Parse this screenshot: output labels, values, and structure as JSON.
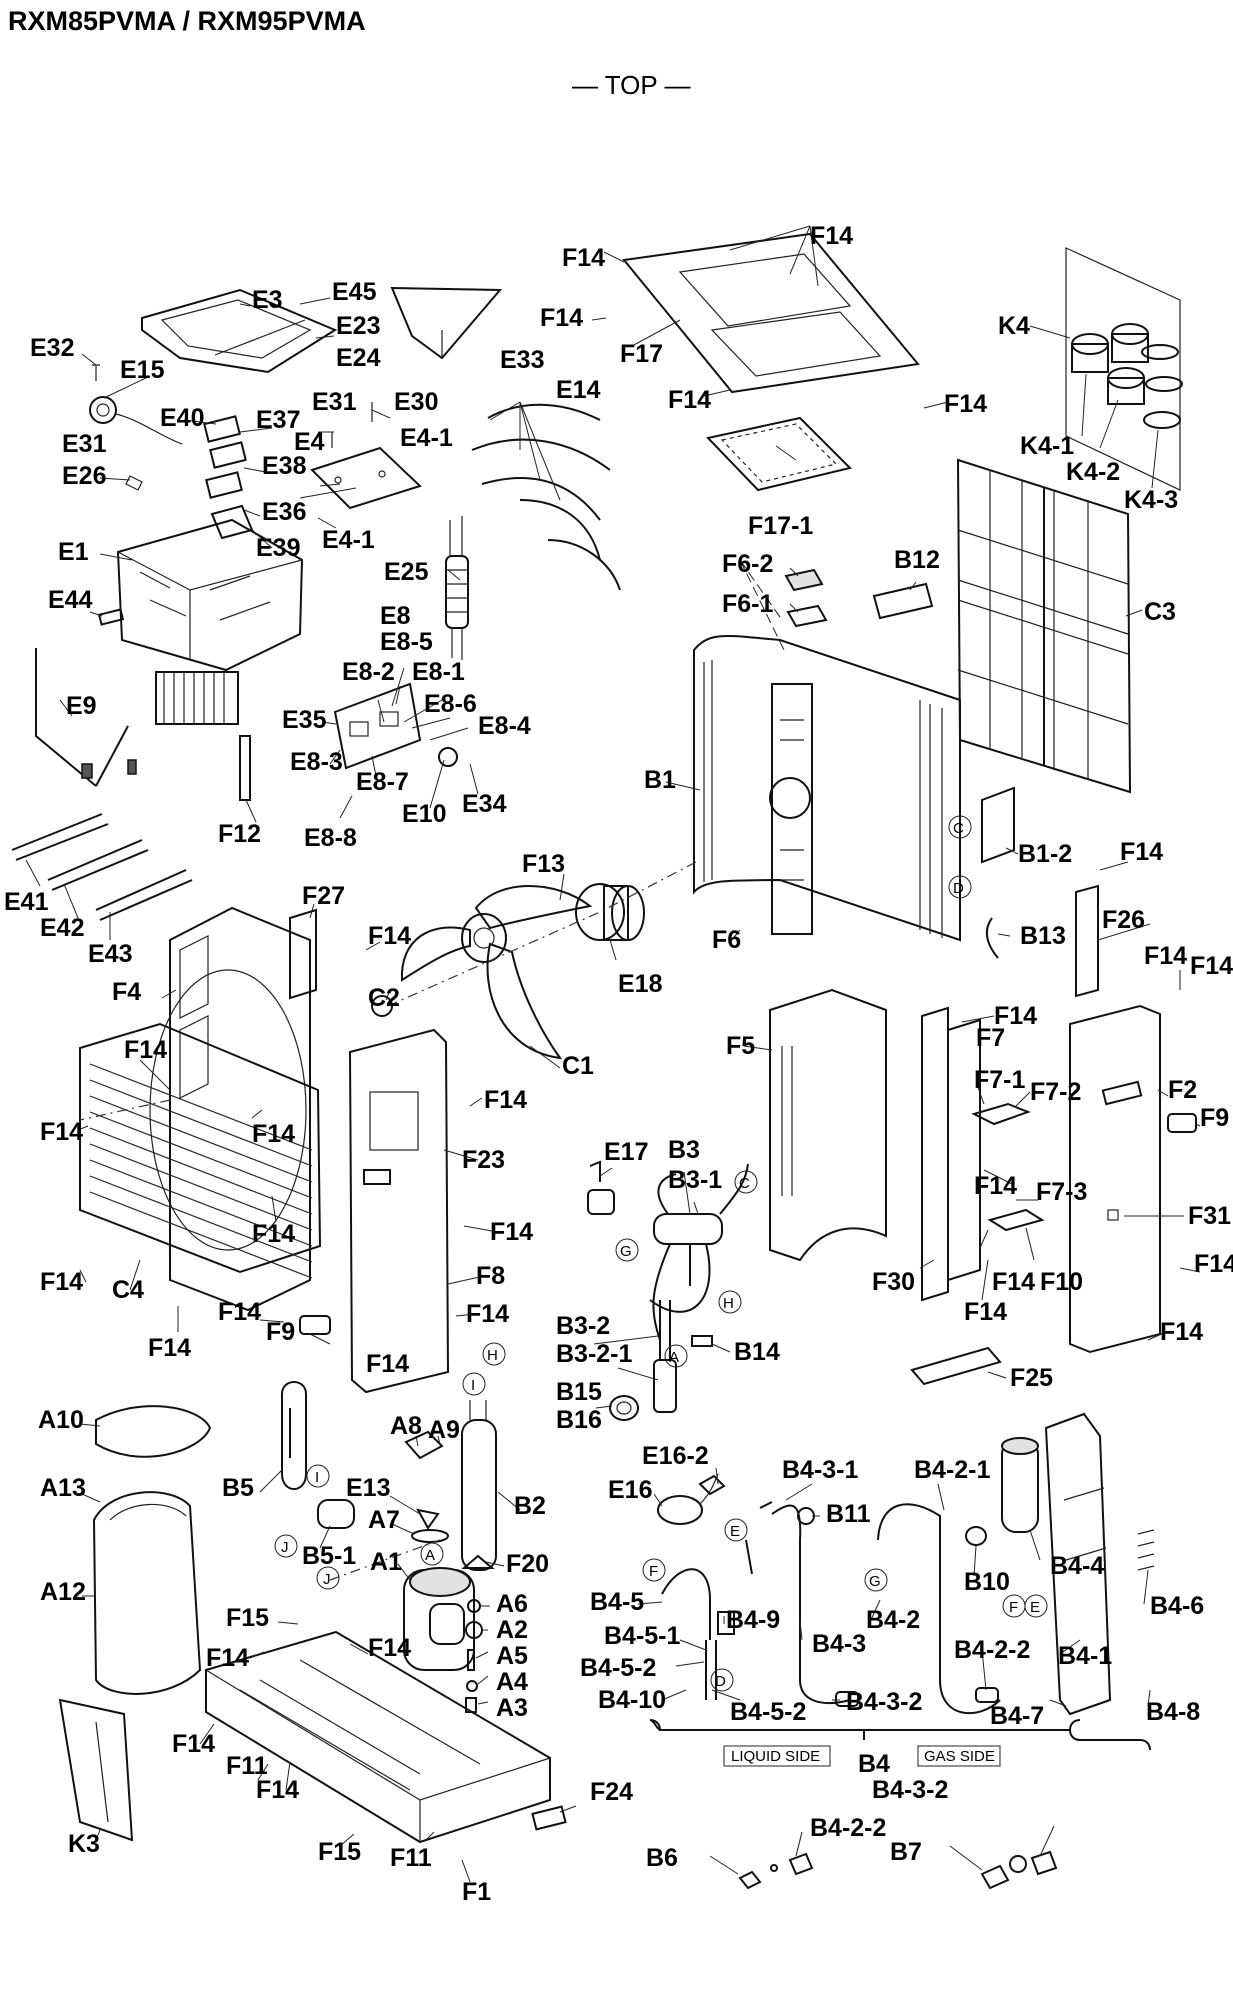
{
  "title": "RXM85PVMA / RXM95PVMA",
  "orientation": "— TOP —",
  "legend": {
    "liquid_side": "LIQUID SIDE",
    "gas_side": "GAS SIDE",
    "group": "B4"
  },
  "callouts": [
    {
      "id": "c001",
      "text": "E32"
    },
    {
      "id": "c002",
      "text": "E15"
    },
    {
      "id": "c003",
      "text": "E3"
    },
    {
      "id": "c004",
      "text": "E45"
    },
    {
      "id": "c005",
      "text": "E23"
    },
    {
      "id": "c006",
      "text": "E24"
    },
    {
      "id": "c007",
      "text": "E33"
    },
    {
      "id": "c008",
      "text": "E31"
    },
    {
      "id": "c009",
      "text": "E26"
    },
    {
      "id": "c010",
      "text": "E40"
    },
    {
      "id": "c011",
      "text": "E37"
    },
    {
      "id": "c012",
      "text": "E38"
    },
    {
      "id": "c013",
      "text": "E36"
    },
    {
      "id": "c014",
      "text": "E39"
    },
    {
      "id": "c015",
      "text": "E31"
    },
    {
      "id": "c016",
      "text": "E30"
    },
    {
      "id": "c017",
      "text": "E4"
    },
    {
      "id": "c018",
      "text": "E4-1"
    },
    {
      "id": "c019",
      "text": "E4-1"
    },
    {
      "id": "c020",
      "text": "E14"
    },
    {
      "id": "c021",
      "text": "E1"
    },
    {
      "id": "c022",
      "text": "E44"
    },
    {
      "id": "c023",
      "text": "E25"
    },
    {
      "id": "c024",
      "text": "E8"
    },
    {
      "id": "c025",
      "text": "E8-5"
    },
    {
      "id": "c026",
      "text": "E8-2"
    },
    {
      "id": "c027",
      "text": "E8-1"
    },
    {
      "id": "c028",
      "text": "E8-6"
    },
    {
      "id": "c029",
      "text": "E35"
    },
    {
      "id": "c030",
      "text": "E8-4"
    },
    {
      "id": "c031",
      "text": "E8-3"
    },
    {
      "id": "c032",
      "text": "E8-7"
    },
    {
      "id": "c033",
      "text": "E10"
    },
    {
      "id": "c034",
      "text": "E34"
    },
    {
      "id": "c035",
      "text": "E8-8"
    },
    {
      "id": "c036",
      "text": "E9"
    },
    {
      "id": "c037",
      "text": "F12"
    },
    {
      "id": "c038",
      "text": "E41"
    },
    {
      "id": "c039",
      "text": "E42"
    },
    {
      "id": "c040",
      "text": "E43"
    },
    {
      "id": "c041",
      "text": "F14"
    },
    {
      "id": "c042",
      "text": "F14"
    },
    {
      "id": "c043",
      "text": "F14"
    },
    {
      "id": "c044",
      "text": "F17"
    },
    {
      "id": "c045",
      "text": "F14"
    },
    {
      "id": "c046",
      "text": "F14"
    },
    {
      "id": "c047",
      "text": "F17-1"
    },
    {
      "id": "c048",
      "text": "F6-2"
    },
    {
      "id": "c049",
      "text": "F6-1"
    },
    {
      "id": "c050",
      "text": "B12"
    },
    {
      "id": "c051",
      "text": "K4"
    },
    {
      "id": "c052",
      "text": "K4-1"
    },
    {
      "id": "c053",
      "text": "K4-2"
    },
    {
      "id": "c054",
      "text": "K4-3"
    },
    {
      "id": "c055",
      "text": "C3"
    },
    {
      "id": "c056",
      "text": "B1"
    },
    {
      "id": "c057",
      "text": "F6"
    },
    {
      "id": "c058",
      "text": "B1-2"
    },
    {
      "id": "c059",
      "text": "F14"
    },
    {
      "id": "c060",
      "text": "F26"
    },
    {
      "id": "c061",
      "text": "B13"
    },
    {
      "id": "c062",
      "text": "F14"
    },
    {
      "id": "c063",
      "text": "F14"
    },
    {
      "id": "c064",
      "text": "F13"
    },
    {
      "id": "c065",
      "text": "E18"
    },
    {
      "id": "c066",
      "text": "F27"
    },
    {
      "id": "c067",
      "text": "F14"
    },
    {
      "id": "c068",
      "text": "F4"
    },
    {
      "id": "c069",
      "text": "C2"
    },
    {
      "id": "c070",
      "text": "C1"
    },
    {
      "id": "c071",
      "text": "F14"
    },
    {
      "id": "c072",
      "text": "F14"
    },
    {
      "id": "c073",
      "text": "F14"
    },
    {
      "id": "c074",
      "text": "F14"
    },
    {
      "id": "c075",
      "text": "F14"
    },
    {
      "id": "c076",
      "text": "F23"
    },
    {
      "id": "c077",
      "text": "F14"
    },
    {
      "id": "c078",
      "text": "F8"
    },
    {
      "id": "c079",
      "text": "F14"
    },
    {
      "id": "c080",
      "text": "C4"
    },
    {
      "id": "c081",
      "text": "F14"
    },
    {
      "id": "c082",
      "text": "F14"
    },
    {
      "id": "c083",
      "text": "F9"
    },
    {
      "id": "c084",
      "text": "F14"
    },
    {
      "id": "c085",
      "text": "F14"
    },
    {
      "id": "c086",
      "text": "F5"
    },
    {
      "id": "c087",
      "text": "F14"
    },
    {
      "id": "c088",
      "text": "F7"
    },
    {
      "id": "c089",
      "text": "F7-1"
    },
    {
      "id": "c090",
      "text": "F7-2"
    },
    {
      "id": "c091",
      "text": "F14"
    },
    {
      "id": "c092",
      "text": "F7-3"
    },
    {
      "id": "c093",
      "text": "F30"
    },
    {
      "id": "c094",
      "text": "F14"
    },
    {
      "id": "c095",
      "text": "F10"
    },
    {
      "id": "c096",
      "text": "F14"
    },
    {
      "id": "c097",
      "text": "F2"
    },
    {
      "id": "c098",
      "text": "F9"
    },
    {
      "id": "c099",
      "text": "F31"
    },
    {
      "id": "c100",
      "text": "F14"
    },
    {
      "id": "c101",
      "text": "F14"
    },
    {
      "id": "c102",
      "text": "E17"
    },
    {
      "id": "c103",
      "text": "B3"
    },
    {
      "id": "c104",
      "text": "B3-1"
    },
    {
      "id": "c105",
      "text": "B3-2"
    },
    {
      "id": "c106",
      "text": "B3-2-1"
    },
    {
      "id": "c107",
      "text": "B14"
    },
    {
      "id": "c108",
      "text": "B15"
    },
    {
      "id": "c109",
      "text": "B16"
    },
    {
      "id": "c110",
      "text": "F25"
    },
    {
      "id": "c111",
      "text": "A10"
    },
    {
      "id": "c112",
      "text": "A13"
    },
    {
      "id": "c113",
      "text": "A12"
    },
    {
      "id": "c114",
      "text": "B5"
    },
    {
      "id": "c115",
      "text": "B5-1"
    },
    {
      "id": "c116",
      "text": "A8"
    },
    {
      "id": "c117",
      "text": "A9"
    },
    {
      "id": "c118",
      "text": "E13"
    },
    {
      "id": "c119",
      "text": "A7"
    },
    {
      "id": "c120",
      "text": "B2"
    },
    {
      "id": "c121",
      "text": "A1"
    },
    {
      "id": "c122",
      "text": "F20"
    },
    {
      "id": "c123",
      "text": "A6"
    },
    {
      "id": "c124",
      "text": "A2"
    },
    {
      "id": "c125",
      "text": "A5"
    },
    {
      "id": "c126",
      "text": "A4"
    },
    {
      "id": "c127",
      "text": "A3"
    },
    {
      "id": "c128",
      "text": "F15"
    },
    {
      "id": "c129",
      "text": "F14"
    },
    {
      "id": "c130",
      "text": "F14"
    },
    {
      "id": "c131",
      "text": "F14"
    },
    {
      "id": "c132",
      "text": "F11"
    },
    {
      "id": "c133",
      "text": "F14"
    },
    {
      "id": "c134",
      "text": "F15"
    },
    {
      "id": "c135",
      "text": "F11"
    },
    {
      "id": "c136",
      "text": "F1"
    },
    {
      "id": "c137",
      "text": "F24"
    },
    {
      "id": "c138",
      "text": "K3"
    },
    {
      "id": "c139",
      "text": "E16-2"
    },
    {
      "id": "c140",
      "text": "E16"
    },
    {
      "id": "c141",
      "text": "B4-3-1"
    },
    {
      "id": "c142",
      "text": "B11"
    },
    {
      "id": "c143",
      "text": "B4-2-1"
    },
    {
      "id": "c144",
      "text": "B10"
    },
    {
      "id": "c145",
      "text": "B4-4"
    },
    {
      "id": "c146",
      "text": "B4-5"
    },
    {
      "id": "c147",
      "text": "B4-9"
    },
    {
      "id": "c148",
      "text": "B4-5-1"
    },
    {
      "id": "c149",
      "text": "B4-3"
    },
    {
      "id": "c150",
      "text": "B4-2"
    },
    {
      "id": "c151",
      "text": "B4-6"
    },
    {
      "id": "c152",
      "text": "B4-5-2"
    },
    {
      "id": "c153",
      "text": "B4-2-2"
    },
    {
      "id": "c154",
      "text": "B4-1"
    },
    {
      "id": "c155",
      "text": "B4-10"
    },
    {
      "id": "c156",
      "text": "B4-5-2"
    },
    {
      "id": "c157",
      "text": "B4-3-2"
    },
    {
      "id": "c158",
      "text": "B4-7"
    },
    {
      "id": "c159",
      "text": "B4-8"
    },
    {
      "id": "c160",
      "text": "B4-3-2"
    },
    {
      "id": "c161",
      "text": "B6"
    },
    {
      "id": "c162",
      "text": "B4-2-2"
    },
    {
      "id": "c163",
      "text": "B7"
    }
  ],
  "connection_markers": [
    {
      "id": "m01",
      "text": "C"
    },
    {
      "id": "m02",
      "text": "D"
    },
    {
      "id": "m03",
      "text": "C"
    },
    {
      "id": "m04",
      "text": "G"
    },
    {
      "id": "m05",
      "text": "H"
    },
    {
      "id": "m06",
      "text": "A"
    },
    {
      "id": "m07",
      "text": "H"
    },
    {
      "id": "m08",
      "text": "I"
    },
    {
      "id": "m09",
      "text": "I"
    },
    {
      "id": "m10",
      "text": "J"
    },
    {
      "id": "m11",
      "text": "J"
    },
    {
      "id": "m12",
      "text": "A"
    },
    {
      "id": "m13",
      "text": "E"
    },
    {
      "id": "m14",
      "text": "F"
    },
    {
      "id": "m15",
      "text": "G"
    },
    {
      "id": "m16",
      "text": "F"
    },
    {
      "id": "m17",
      "text": "E"
    },
    {
      "id": "m18",
      "text": "D"
    }
  ]
}
